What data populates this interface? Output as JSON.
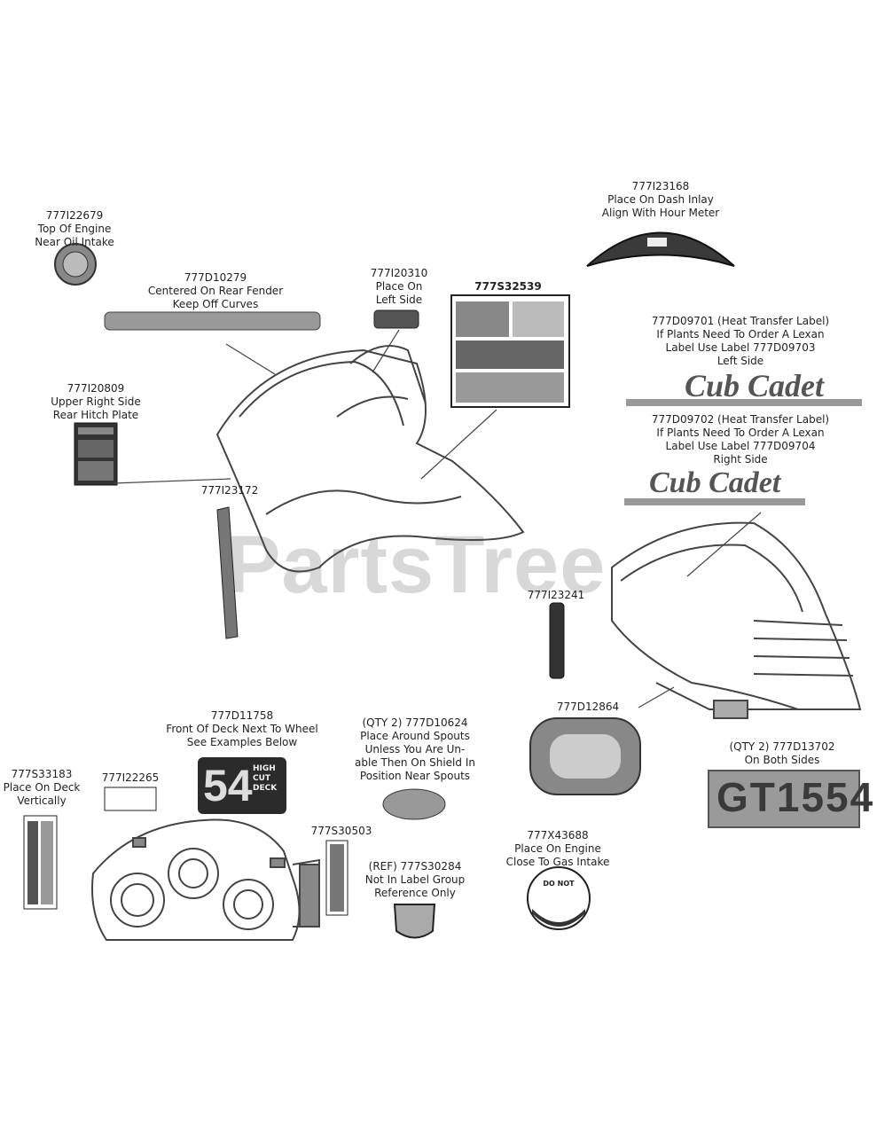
{
  "watermark": "PartsTree",
  "labels": [
    {
      "id": "777I22679",
      "lines": [
        "777I22679",
        "Top Of Engine",
        "Near Oil Intake"
      ]
    },
    {
      "id": "777D10279",
      "lines": [
        "777D10279",
        "Centered On Rear Fender",
        "Keep Off Curves"
      ]
    },
    {
      "id": "777I20310",
      "lines": [
        "777I20310",
        "Place On",
        "Left Side"
      ]
    },
    {
      "id": "777S32539",
      "lines": [
        "777S32539"
      ]
    },
    {
      "id": "777I23168",
      "lines": [
        "777I23168",
        "Place On Dash Inlay",
        "Align With Hour Meter"
      ]
    },
    {
      "id": "777D09701",
      "lines": [
        "777D09701 (Heat Transfer Label)",
        "If Plants Need To Order A Lexan",
        "Label Use Label 777D09703",
        "Left Side"
      ]
    },
    {
      "id": "777D09702",
      "lines": [
        "777D09702 (Heat Transfer Label)",
        "If Plants Need To Order A Lexan",
        "Label Use Label 777D09704",
        "Right Side"
      ]
    },
    {
      "id": "777I20809",
      "lines": [
        "777I20809",
        "Upper Right Side",
        "Rear Hitch Plate"
      ]
    },
    {
      "id": "777I23172",
      "lines": [
        "777I23172"
      ]
    },
    {
      "id": "777I23241",
      "lines": [
        "777I23241"
      ]
    },
    {
      "id": "777D12864",
      "lines": [
        "777D12864"
      ]
    },
    {
      "id": "777D13702",
      "lines": [
        "(QTY 2) 777D13702",
        "On Both Sides"
      ]
    },
    {
      "id": "777D11758",
      "lines": [
        "777D11758",
        "Front Of Deck Next To Wheel",
        "See Examples Below"
      ]
    },
    {
      "id": "777D10624",
      "lines": [
        "(QTY 2) 777D10624",
        "Place Around Spouts",
        "Unless You Are Un-",
        "able Then On Shield In",
        "Position Near Spouts"
      ]
    },
    {
      "id": "777S33183",
      "lines": [
        "777S33183",
        "Place On Deck",
        "Vertically"
      ]
    },
    {
      "id": "777I22265",
      "lines": [
        "777I22265"
      ]
    },
    {
      "id": "777S30503",
      "lines": [
        "777S30503"
      ]
    },
    {
      "id": "777S30284",
      "lines": [
        "(REF) 777S30284",
        "Not In Label Group",
        "Reference Only"
      ]
    },
    {
      "id": "777X43688",
      "lines": [
        "777X43688",
        "Place On Engine",
        "Close To Gas Intake"
      ]
    }
  ],
  "decal_text": {
    "gt_model": "GT1554",
    "deck_size": "54",
    "deck_words": [
      "HIGH",
      "CUT",
      "DECK"
    ],
    "brand": "Cub Cadet",
    "gas_warning": "DO NOT"
  }
}
